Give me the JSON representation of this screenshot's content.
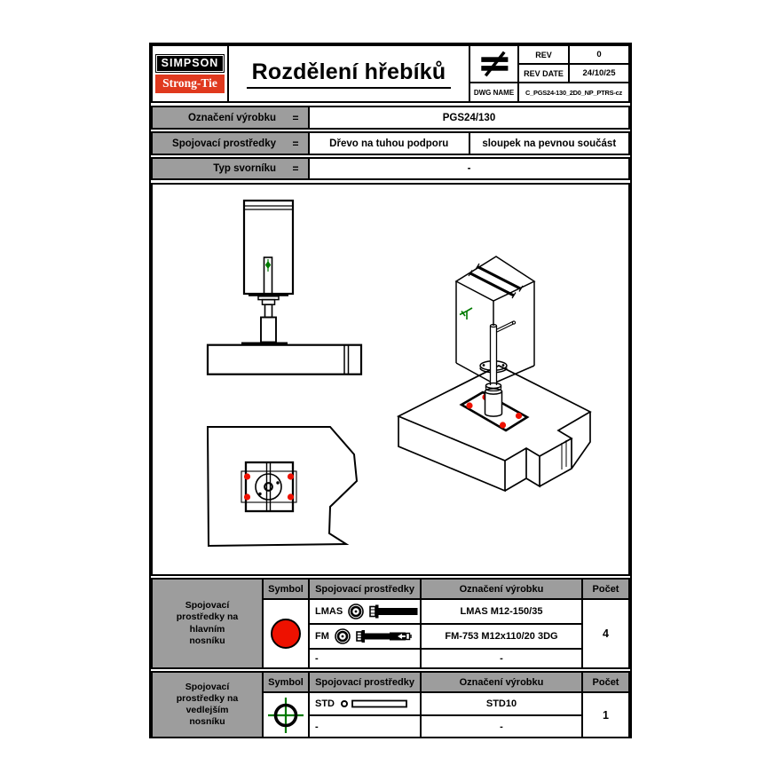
{
  "colors": {
    "accent_red": "#ee1100",
    "logo_red": "#e0391e",
    "marker_green": "#007a00",
    "cell_gray": "#9d9d9d"
  },
  "header": {
    "logo": {
      "line1": "SIMPSON",
      "line2": "Strong-Tie"
    },
    "title": "Rozdělení hřebíků",
    "projection_symbol": "not-equal-projection-symbol",
    "rev_label": "REV",
    "rev_value": "0",
    "rev_date_label": "REV DATE",
    "rev_date_value": "24/10/25",
    "dwg_name_label": "DWG NAME",
    "dwg_name_value": "C_PGS24-130_2D0_NP_PTRS-cz"
  },
  "info_table": {
    "rows": [
      {
        "label": "Označení výrobku",
        "eq": "=",
        "values": [
          "PGS24/130"
        ]
      },
      {
        "label": "Spojovací prostředky",
        "eq": "=",
        "values": [
          "Dřevo na tuhou podporu",
          "sloupek na pevnou součást"
        ]
      },
      {
        "label": "Typ svorníku",
        "eq": "=",
        "values": [
          "-"
        ]
      }
    ]
  },
  "fastener_tables": [
    {
      "side_label": "Spojovací prostředky na hlavním nosníku",
      "headers": {
        "symbol": "Symbol",
        "fastener": "Spojovací prostředky",
        "designation": "Označení výrobku",
        "count": "Počet"
      },
      "symbol": "red-filled-circle",
      "rows": [
        {
          "code": "LMAS",
          "icon": "washer-and-bolt",
          "designation": "LMAS M12-150/35"
        },
        {
          "code": "FM",
          "icon": "washer-and-anchor-bolt",
          "designation": "FM-753 M12x110/20 3DG"
        },
        {
          "code": "-",
          "icon": "",
          "designation": "-"
        }
      ],
      "count": "4"
    },
    {
      "side_label": "Spojovací prostředky na vedlejším nosníku",
      "headers": {
        "symbol": "Symbol",
        "fastener": "Spojovací prostředky",
        "designation": "Označení výrobku",
        "count": "Počet"
      },
      "symbol": "green-crosshair-circle",
      "rows": [
        {
          "code": "STD",
          "icon": "dowel-rod",
          "designation": "STD10"
        },
        {
          "code": "-",
          "icon": "",
          "designation": "-"
        }
      ],
      "count": "1"
    }
  ]
}
